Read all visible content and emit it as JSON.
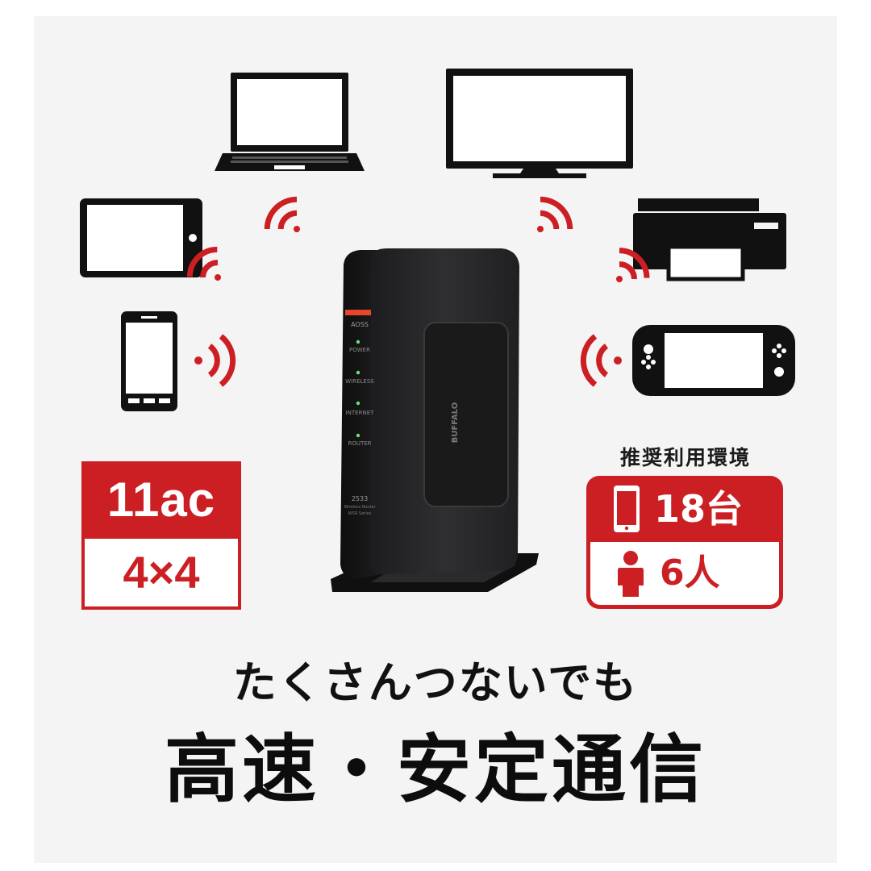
{
  "spec_badge": {
    "standard": "11ac",
    "streams": "4×4"
  },
  "recommended": {
    "title": "推奨利用環境",
    "devices": "18台",
    "people": "6人"
  },
  "router": {
    "brand": "BUFFALO",
    "indicators": [
      "AOSS",
      "POWER",
      "WIRELESS",
      "INTERNET",
      "ROUTER"
    ],
    "model": "2533",
    "model_sub_1": "Wireless Router",
    "model_sub_2": "WSR Series"
  },
  "headline": {
    "sub": "たくさんつないでも",
    "main": "高速・安定通信"
  },
  "icons": [
    "laptop-icon",
    "tv-icon",
    "tablet-icon",
    "printer-icon",
    "smartphone-icon",
    "game-console-icon",
    "wifi-wave-icon",
    "person-icon"
  ],
  "colors": {
    "accent": "#cc1f24",
    "icon": "#111111",
    "background": "#f4f4f4",
    "router_body": "#2a2a2c"
  }
}
